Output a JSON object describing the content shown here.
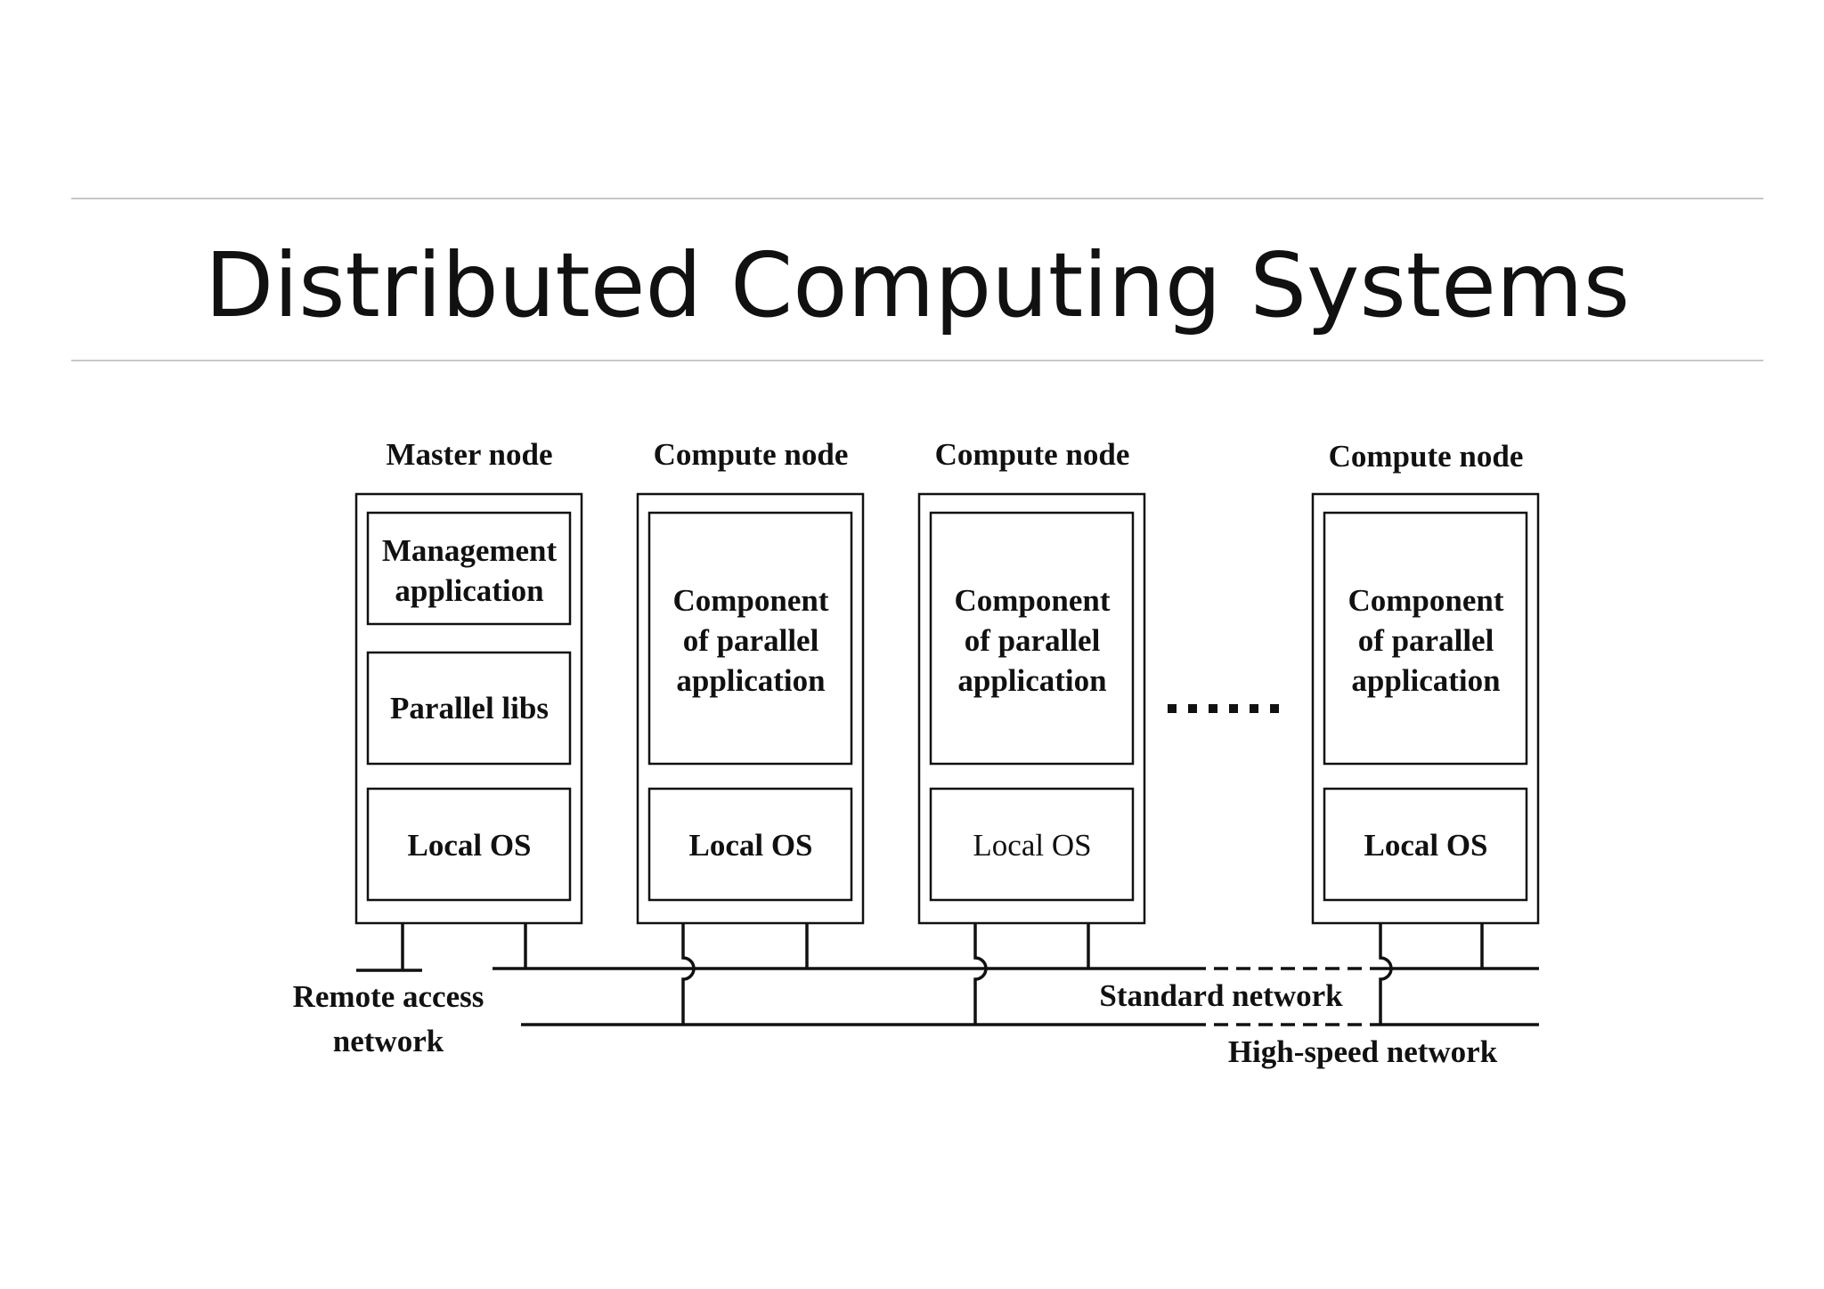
{
  "title": "Distributed Computing Systems",
  "nodes": {
    "master": {
      "header": "Master node",
      "blocks": [
        "Management",
        "application",
        "Parallel libs",
        "Local OS"
      ]
    },
    "compute1": {
      "header": "Compute node",
      "blocks": [
        "Component",
        "of parallel",
        "application",
        "Local OS"
      ]
    },
    "compute2": {
      "header": "Compute node",
      "blocks": [
        "Component",
        "of parallel",
        "application",
        "Local OS"
      ]
    },
    "compute3": {
      "header": "Compute node",
      "blocks": [
        "Component",
        "of parallel",
        "application",
        "Local OS"
      ]
    }
  },
  "networks": {
    "remote_line1": "Remote access",
    "remote_line2": "network",
    "standard": "Standard network",
    "high_speed": "High-speed network"
  },
  "ellipsis": "......"
}
